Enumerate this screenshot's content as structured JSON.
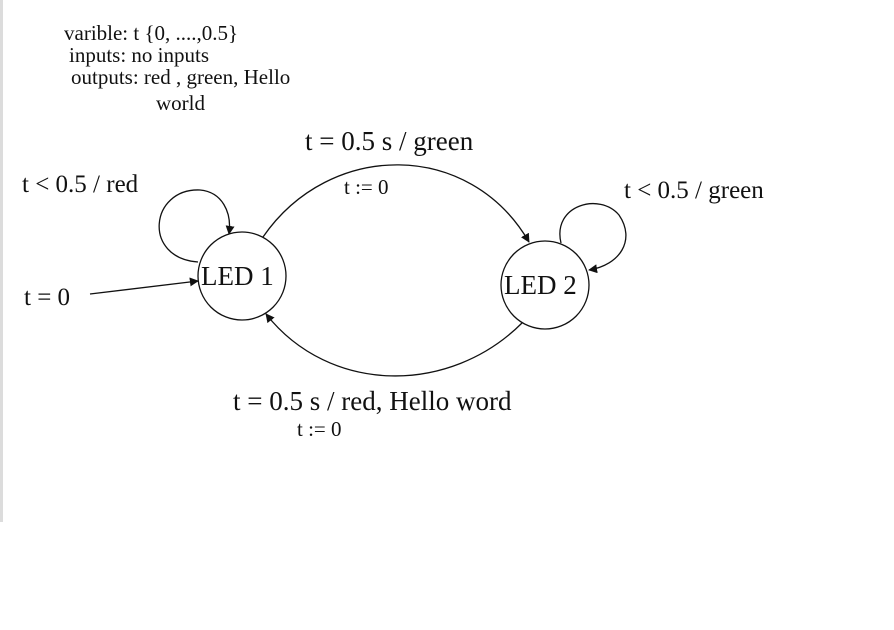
{
  "header": {
    "variable_line": "varible: t {0, ....,0.5}",
    "inputs_line": "inputs: no inputs",
    "outputs_line": "outputs: red , green, Hello",
    "outputs_cont": "world"
  },
  "states": {
    "led1": "LED 1",
    "led2": "LED 2"
  },
  "transitions": {
    "init_label": "t = 0",
    "led1_self": "t < 0.5 / red",
    "led2_self": "t < 0.5 / green",
    "led1_to_led2": "t = 0.5 s / green",
    "led1_to_led2_action": "t := 0",
    "led2_to_led1": "t = 0.5 s / red, Hello word",
    "led2_to_led1_action": "t := 0"
  },
  "colors": {
    "ink": "#111111",
    "background": "#ffffff",
    "panel_border": "#dcdcdc"
  }
}
